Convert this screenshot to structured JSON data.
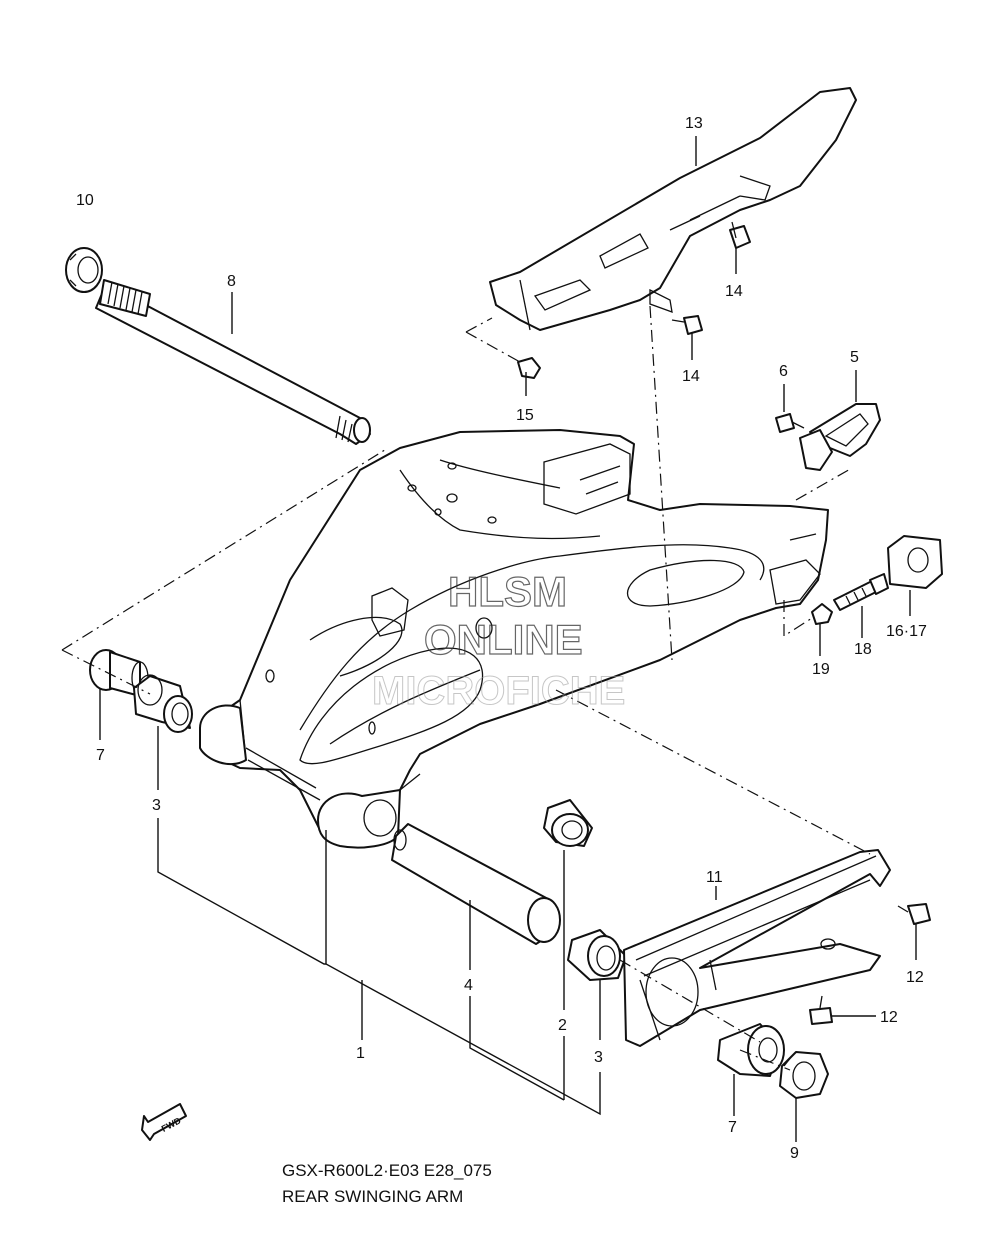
{
  "title": "REAR SWINGING ARM",
  "model_code": "GSX-R600L2·E03 E28_075",
  "watermark": {
    "line1": "HLSM",
    "line2": "ONLINE",
    "line3": "MICROFICHE"
  },
  "fwd_label": "FWD",
  "callouts": [
    "1",
    "2",
    "3",
    "3",
    "4",
    "5",
    "6",
    "7",
    "7",
    "8",
    "9",
    "10",
    "11",
    "12",
    "12",
    "13",
    "14",
    "14",
    "15",
    "16·17",
    "18",
    "19"
  ]
}
